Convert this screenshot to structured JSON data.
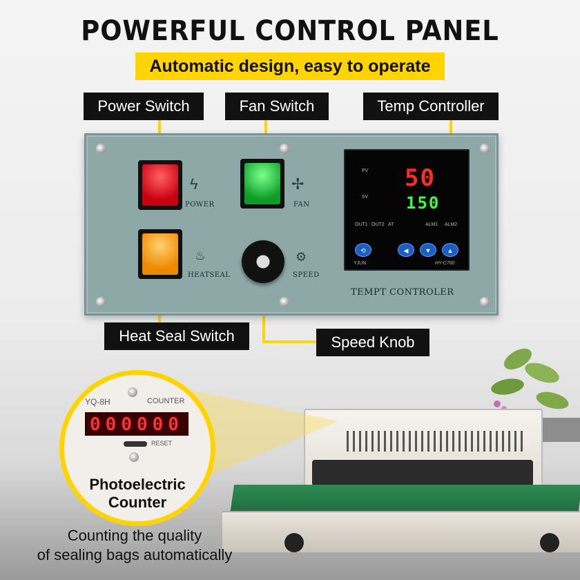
{
  "header": {
    "title": "POWERFUL CONTROL PANEL",
    "subtitle": "Automatic design, easy to operate"
  },
  "callouts": {
    "power_switch": "Power Switch",
    "fan_switch": "Fan Switch",
    "temp_controller": "Temp Controller",
    "heat_seal_switch": "Heat Seal Switch",
    "speed_knob": "Speed Knob"
  },
  "panel": {
    "power_label": "POWER",
    "fan_label": "FAN",
    "heatseal_label": "HEATSEAL",
    "speed_label": "SPEED",
    "controller_caption": "TEMPT CONTROLER"
  },
  "controller": {
    "pv_label": "PV",
    "sv_label": "SV",
    "pv_value": "50",
    "sv_value": "150",
    "out1": "OUT1",
    "out2": "OUT2",
    "at": "AT",
    "alm1": "ALM1",
    "alm2": "ALM2",
    "brand": "YJUN",
    "model": "HY-C700"
  },
  "counter": {
    "model": "YQ-8H",
    "label": "COUNTER",
    "digits": "000000",
    "reset": "RESET",
    "title_line1": "Photoelectric",
    "title_line2": "Counter",
    "desc_line1": "Counting the quality",
    "desc_line2": "of sealing bags automatically"
  },
  "colors": {
    "accent": "#ffd400",
    "panel": "#8ea8a8",
    "power_switch": "#e0101a",
    "fan_switch": "#1ec23a",
    "heat_switch": "#ffa000",
    "led_red": "#ff2a2a",
    "led_green": "#3cff3c"
  },
  "icons": {
    "power": "lightning-icon",
    "fan": "fan-icon",
    "heatseal": "heat-wave-icon",
    "speed": "motor-icon"
  }
}
